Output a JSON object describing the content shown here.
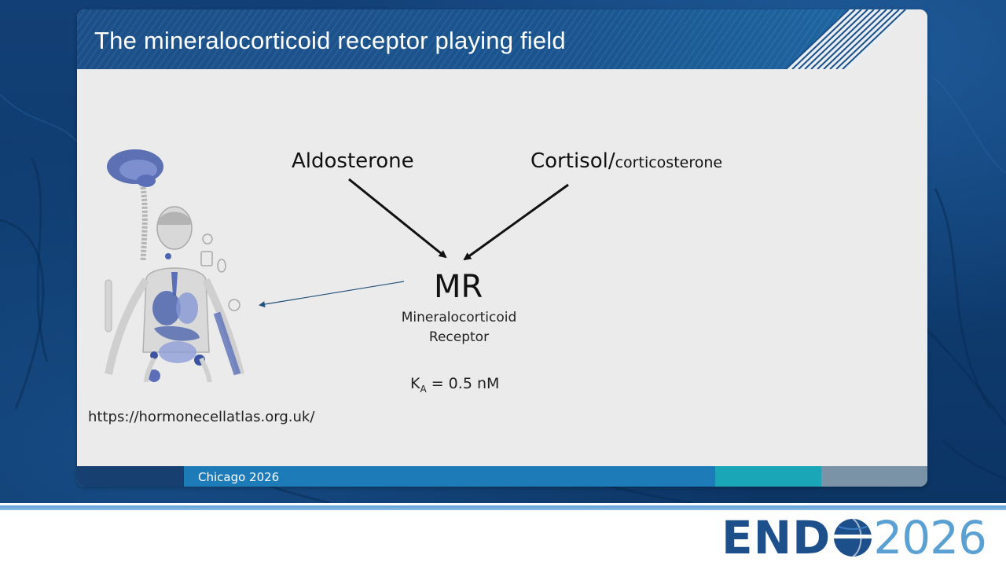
{
  "slide": {
    "title": "The mineralocorticoid receptor playing field",
    "aldosterone": "Aldosterone",
    "cortisol_main": "Cortisol/",
    "cortisol_small": "corticosterone",
    "mr": "MR",
    "mr_line1": "Mineralocorticoid",
    "mr_line2": "Receptor",
    "ka_symbol": "K",
    "ka_subscript": "A",
    "ka_value": " = 0.5 nM",
    "url": "https://hormonecellatlas.org.uk/"
  },
  "footer": {
    "location": "Chicago 2026"
  },
  "logo": {
    "name": "END",
    "year": "2026"
  },
  "colors": {
    "title_bar": "#1c4f87",
    "slide_bg": "#ebebeb",
    "footer_blue": "#1d7bb8",
    "footer_teal": "#1aa6b7",
    "footer_gray": "#7b93a6",
    "logo_dark": "#1d4f8a",
    "logo_light": "#5aa0d3"
  }
}
